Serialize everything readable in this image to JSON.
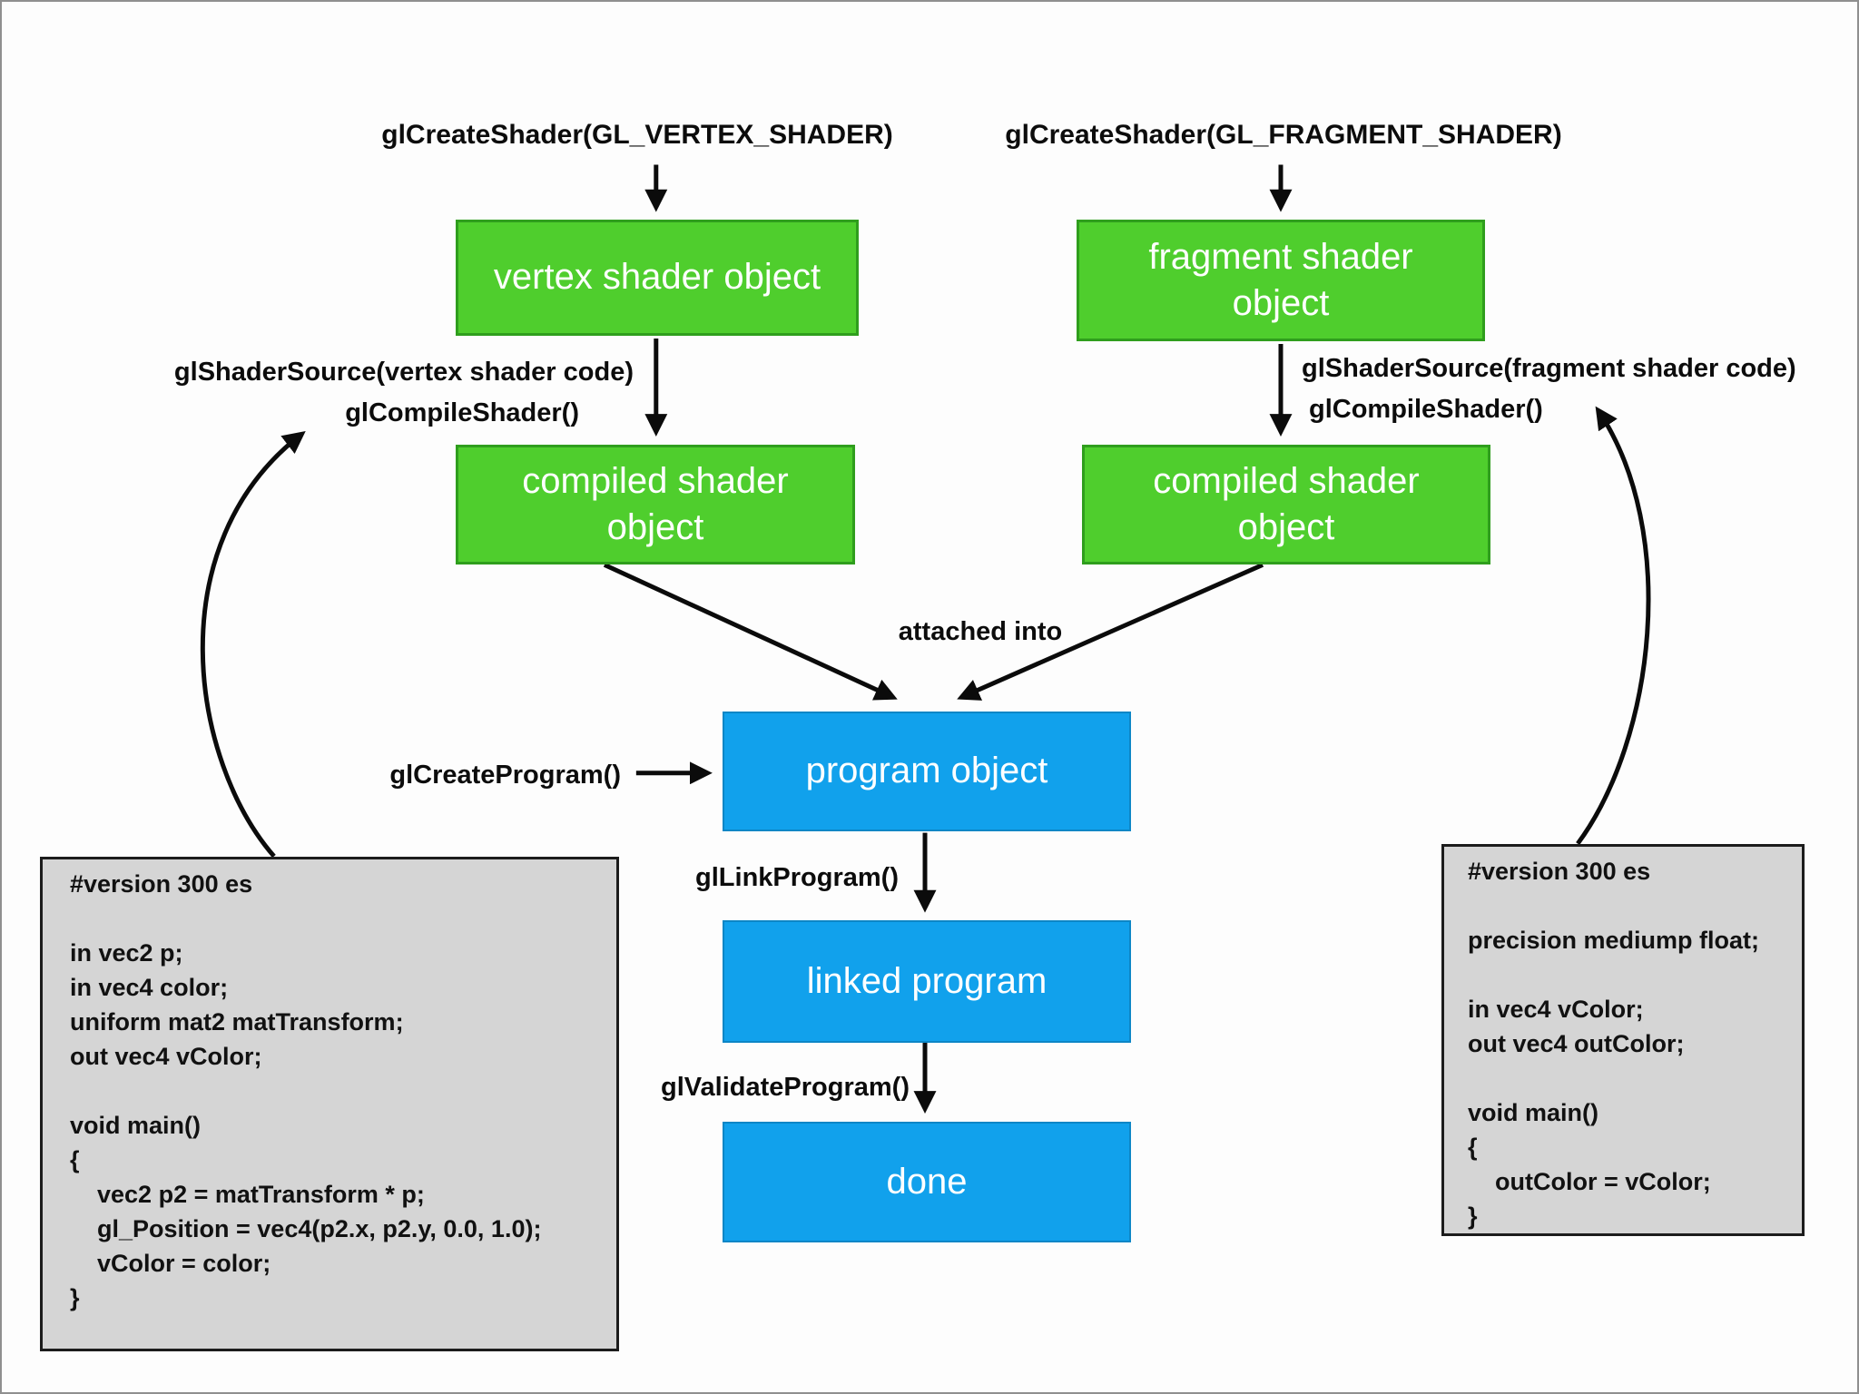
{
  "diagram_title": "OpenGL ES shader program creation pipeline",
  "colors": {
    "shader_box_fill": "#4fce2d",
    "shader_box_border": "#2f9e1d",
    "program_box_fill": "#11a1ec",
    "program_box_border": "#0c86c6",
    "code_box_fill": "#d5d5d5",
    "code_box_border": "#1c1c1c",
    "arrow": "#0b0b0b",
    "background": "#fdfdfd",
    "frame": "#8f8f8f",
    "label_text": "#0c0c0c",
    "box_text": "#ffffff"
  },
  "labels": {
    "create_vertex_shader": "glCreateShader(GL_VERTEX_SHADER)",
    "create_fragment_shader": "glCreateShader(GL_FRAGMENT_SHADER)",
    "shader_source_vertex": "glShaderSource(vertex shader code)",
    "compile_shader_vertex": "glCompileShader()",
    "shader_source_fragment": "glShaderSource(fragment shader code)",
    "compile_shader_fragment": "glCompileShader()",
    "attached_into": "attached into",
    "create_program": "glCreateProgram()",
    "link_program": "glLinkProgram()",
    "validate_program": "glValidateProgram()"
  },
  "boxes": {
    "vertex_shader_object": "vertex shader object",
    "fragment_shader_object": "fragment shader object",
    "compiled_shader_object_left": "compiled shader object",
    "compiled_shader_object_right": "compiled shader object",
    "program_object": "program object",
    "linked_program": "linked program",
    "done": "done"
  },
  "vertex_shader_code": [
    "#version 300 es",
    "",
    "in vec2 p;",
    "in vec4 color;",
    "uniform mat2 matTransform;",
    "out vec4 vColor;",
    "",
    "void main()",
    "{",
    "    vec2 p2 = matTransform * p;",
    "    gl_Position = vec4(p2.x, p2.y, 0.0, 1.0);",
    "    vColor = color;",
    "}"
  ],
  "fragment_shader_code": [
    "#version 300 es",
    "",
    "precision mediump float;",
    "",
    "in vec4 vColor;",
    "out vec4 outColor;",
    "",
    "void main()",
    "{",
    "    outColor = vColor;",
    "}"
  ]
}
